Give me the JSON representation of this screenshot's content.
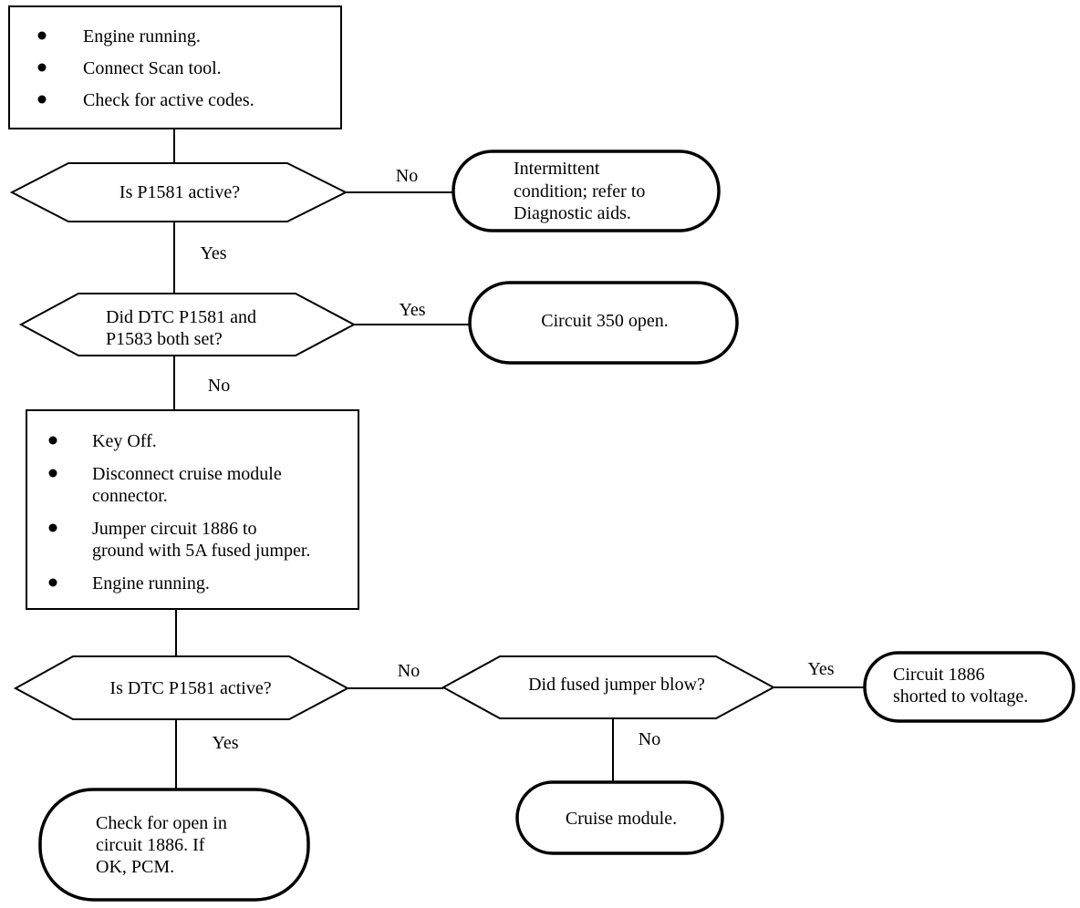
{
  "flowchart": {
    "start_box": {
      "items": [
        "Engine running.",
        "Connect Scan tool.",
        "Check for active codes."
      ]
    },
    "decision_p1581_active": {
      "lines": [
        "Is P1581 active?"
      ],
      "no_label": "No",
      "yes_label": "Yes"
    },
    "result_intermittent": {
      "lines": [
        "Intermittent",
        "condition; refer to",
        "Diagnostic aids."
      ]
    },
    "decision_both_set": {
      "lines": [
        "Did DTC P1581 and",
        "P1583 both set?"
      ],
      "yes_label": "Yes",
      "no_label": "No"
    },
    "result_circuit_350": {
      "lines": [
        "Circuit 350 open."
      ]
    },
    "action_box": {
      "items": [
        [
          "Key  Off."
        ],
        [
          "Disconnect cruise module",
          "connector."
        ],
        [
          "Jumper circuit 1886 to",
          "ground with 5A fused jumper."
        ],
        [
          "Engine running."
        ]
      ]
    },
    "decision_dtc_active": {
      "lines": [
        "Is DTC P1581 active?"
      ],
      "no_label": "No",
      "yes_label": "Yes"
    },
    "decision_jumper_blow": {
      "lines": [
        "Did fused jumper blow?"
      ],
      "yes_label": "Yes",
      "no_label": "No"
    },
    "result_shorted": {
      "lines": [
        "Circuit 1886",
        "shorted to voltage."
      ]
    },
    "result_cruise_module": {
      "lines": [
        "Cruise module."
      ]
    },
    "result_check_open": {
      "lines": [
        "Check for open in",
        "circuit 1886. If",
        "OK, PCM."
      ]
    }
  }
}
